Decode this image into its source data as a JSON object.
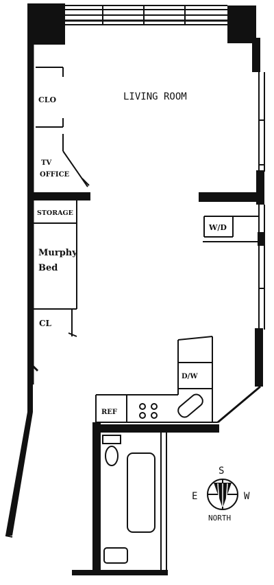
{
  "rooms": {
    "living_room": "LIVING ROOM",
    "closet_top": "CLO",
    "tv_office_line1": "TV",
    "tv_office_line2": "OFFICE",
    "storage": "STORAGE",
    "murphy_bed_line1": "Murphy",
    "murphy_bed_line2": "Bed",
    "closet_lower": "CL",
    "washer_dryer": "W/D",
    "dishwasher": "D/W",
    "refrigerator": "REF"
  },
  "compass": {
    "south": "S",
    "east": "E",
    "west": "W",
    "north": "NORTH"
  }
}
